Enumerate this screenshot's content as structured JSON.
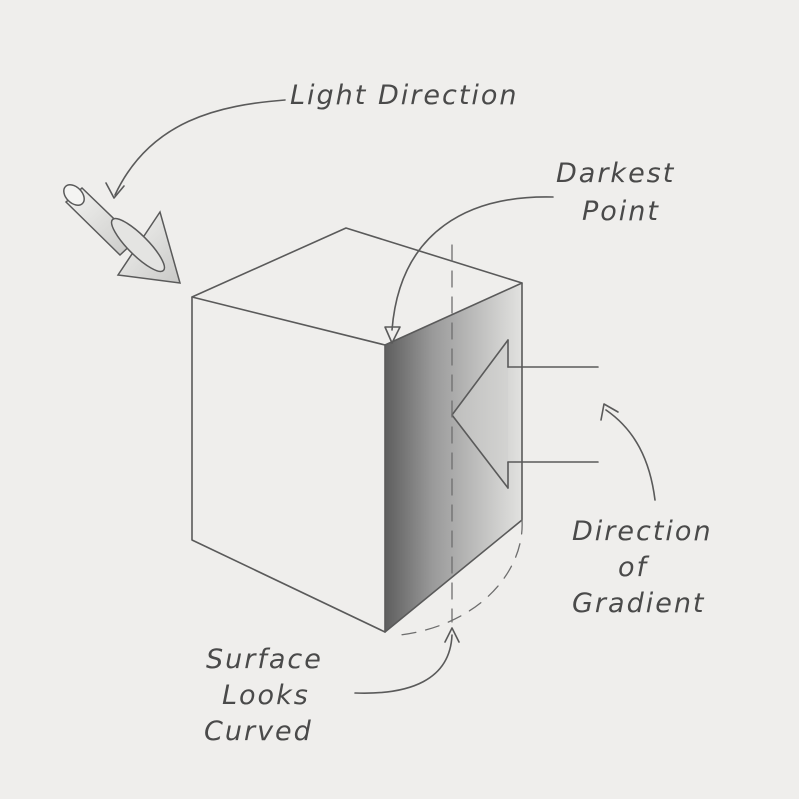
{
  "labels": {
    "light_direction": "Light Direction",
    "darkest_line1": "Darkest",
    "darkest_line2": "Point",
    "gradient_line1": "Direction",
    "gradient_line2": "of",
    "gradient_line3": "Gradient",
    "surface_line1": "Surface",
    "surface_line2": "Looks",
    "surface_line3": "Curved"
  },
  "colors": {
    "paper": "#efeeec",
    "pencil": "#5a5a5a",
    "shade_dark": "#6b6b6b",
    "shade_light": "#d6d6d6"
  }
}
